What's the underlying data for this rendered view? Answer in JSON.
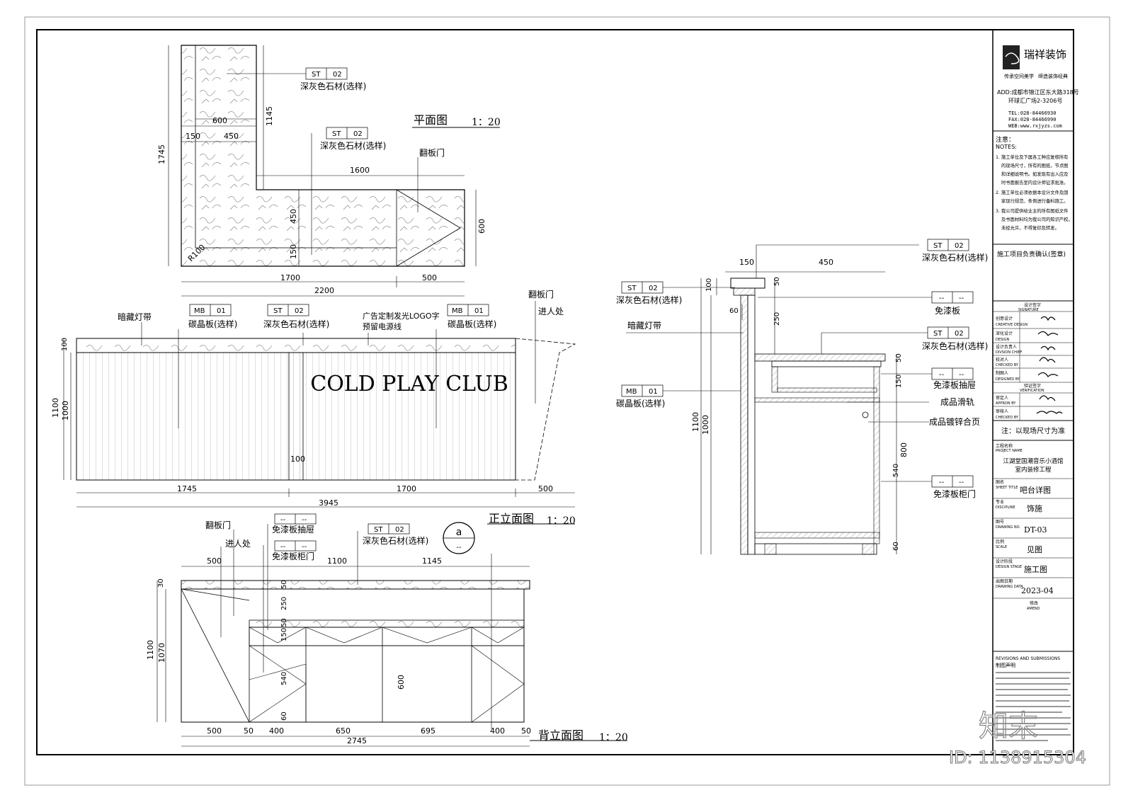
{
  "plan": {
    "title": "平面图",
    "scale": "1：20",
    "label_st1": "深灰色石材(选样)",
    "label_st2": "深灰色石材(选样)",
    "label_door": "翻板门",
    "tag_st": "ST",
    "tag_02": "02",
    "dims": {
      "d600": "600",
      "d150": "150",
      "d450": "450",
      "d1145": "1145",
      "d1745": "1745",
      "d1600": "1600",
      "d450b": "450",
      "d150b": "150",
      "d600v": "600",
      "d1700": "1700",
      "d500": "500",
      "d2200": "2200",
      "r100": "R100"
    }
  },
  "front": {
    "title": "正立面图",
    "scale": "1：20",
    "logo_text": "COLD PLAY CLUB",
    "label_light": "暗藏灯带",
    "label_mb1": "碳晶板(选样)",
    "label_st": "深灰色石材(选样)",
    "label_logo": "广告定制发光LOGO字",
    "label_power": "预留电源线",
    "label_mb2": "碳晶板(选样)",
    "label_door": "翻板门",
    "label_entry": "进人处",
    "tag_mb": "MB",
    "tag_01": "01",
    "tag_st": "ST",
    "tag_02": "02",
    "dims": {
      "d100": "100",
      "d1100": "1100",
      "d1000": "1000",
      "d100c": "100",
      "d1745": "1745",
      "d1700": "1700",
      "d500": "500",
      "d3945": "3945"
    }
  },
  "back": {
    "title": "背立面图",
    "scale": "1：20",
    "label_door": "翻板门",
    "label_entry": "进人处",
    "label_drawer": "免漆板抽屉",
    "label_cabinet": "免漆板柜门",
    "label_st": "深灰色石材(选样)",
    "section_mark": "a",
    "section_sub": "--",
    "tag_dash": "--",
    "tag_st": "ST",
    "tag_02": "02",
    "dims": {
      "d500": "500",
      "d1100": "1100",
      "d1145": "1145",
      "d30": "30",
      "d1100v": "1100",
      "d1070": "1070",
      "d50a": "50",
      "d250": "250",
      "d50b": "50",
      "d150": "150",
      "d540": "540",
      "d600": "600",
      "d60": "60",
      "b500": "500",
      "b50": "50",
      "b400": "400",
      "b650": "650",
      "b695": "695",
      "b400b": "400",
      "b50b": "50",
      "d2745": "2745"
    }
  },
  "section": {
    "label_st1": "深灰色石材(选样)",
    "label_st2": "深灰色石材(选样)",
    "label_st3": "深灰色石材(选样)",
    "label_free": "免漆板",
    "label_light": "暗藏灯带",
    "label_mb": "碳晶板(选样)",
    "label_drawer": "免漆板抽屉",
    "label_slide": "成品滑轨",
    "label_hinge": "成品镀锌合页",
    "label_cabinet": "免漆板柜门",
    "tag_st": "ST",
    "tag_02": "02",
    "tag_mb": "MB",
    "tag_01": "01",
    "tag_dash": "--",
    "dims": {
      "d150": "150",
      "d450": "450",
      "d100": "100",
      "d50": "50",
      "d60": "60",
      "d250": "250",
      "d50b": "50",
      "d150b": "150",
      "d1100": "1100",
      "d1000": "1000",
      "d800": "800",
      "d540": "540",
      "d60b": "60"
    }
  },
  "titleblock": {
    "company_cn": "瑞祥装饰",
    "slogan_left": "传承空间美学",
    "slogan_right": "缔造装饰经典",
    "addr1": "ADD:成都市锦江区东大路318号",
    "addr2": "环球汇广场2-3206号",
    "tel": "TEL:028-84466930",
    "fax": "FAX:028-84466990",
    "web": "WEB:www.rxjyzs.com",
    "notes_cn": "注意：",
    "notes_en": "NOTES:",
    "notes": [
      "1. 施工单位及下属各工种应复核所有",
      "的现场尺寸，所有的图纸，节点图",
      "和详细说明书。如发现有出入应及",
      "时书面报告室内设计师征求批准。",
      "2. 施工单位必须依据本设计文件及国",
      "家现行规范、条例进行备料施工。",
      "3. 我公司提供给业主的所有图纸文件",
      "及书面材料均为我公司的知识产权。",
      "未经允许，不得复印及转发。"
    ],
    "confirm": "施工项目负责确认(签章)",
    "design_sign_cn": "设计签字",
    "design_sign_en": "SIGNATURE",
    "rows": [
      {
        "cn": "创意设计",
        "en": "CREATIVE DESIGN"
      },
      {
        "cn": "深化设计",
        "en": "DESIGN"
      },
      {
        "cn": "设计负责人",
        "en": "DIVSION CHIEF"
      },
      {
        "cn": "校对人",
        "en": "CHECKED BY"
      },
      {
        "cn": "制图人",
        "en": "DESIGNED BY"
      }
    ],
    "verify_cn": "验证签字",
    "verify_en": "VERIFICATION",
    "rows2": [
      {
        "cn": "审定人",
        "en": "APPRON BY"
      },
      {
        "cn": "审核人",
        "en": "CHECKED BY"
      }
    ],
    "note_site": "注：以现场尺寸为准",
    "project_cn": "工程名称",
    "project_en": "PROJECT NAME",
    "project1": "江湖堂国潮音乐小酒馆",
    "project2": "室内装修工程",
    "sheet_cn": "图名",
    "sheet_en": "SHEET TITLE",
    "sheet": "吧台详图",
    "disc_cn": "专业",
    "disc_en": "DISCIPLINE",
    "disc": "饰施",
    "num_cn": "图号",
    "num_en": "DRAWING NO.",
    "num": "DT-03",
    "scale_cn": "比例",
    "scale_en": "SCALE",
    "scale": "见图",
    "stage_cn": "设计阶段",
    "stage_en": "DESIGN STAGE",
    "stage": "施工图",
    "date_cn": "出图日期",
    "date_en": "DRAWING DATA",
    "date": "2023-04",
    "amend_cn": "修改",
    "amend_en": "AMEND",
    "rev": "REVISIONS AND SUBMISSIONS",
    "rev_cn": "制图声明",
    "id": "ID: 1138915304",
    "brand": "知末"
  }
}
